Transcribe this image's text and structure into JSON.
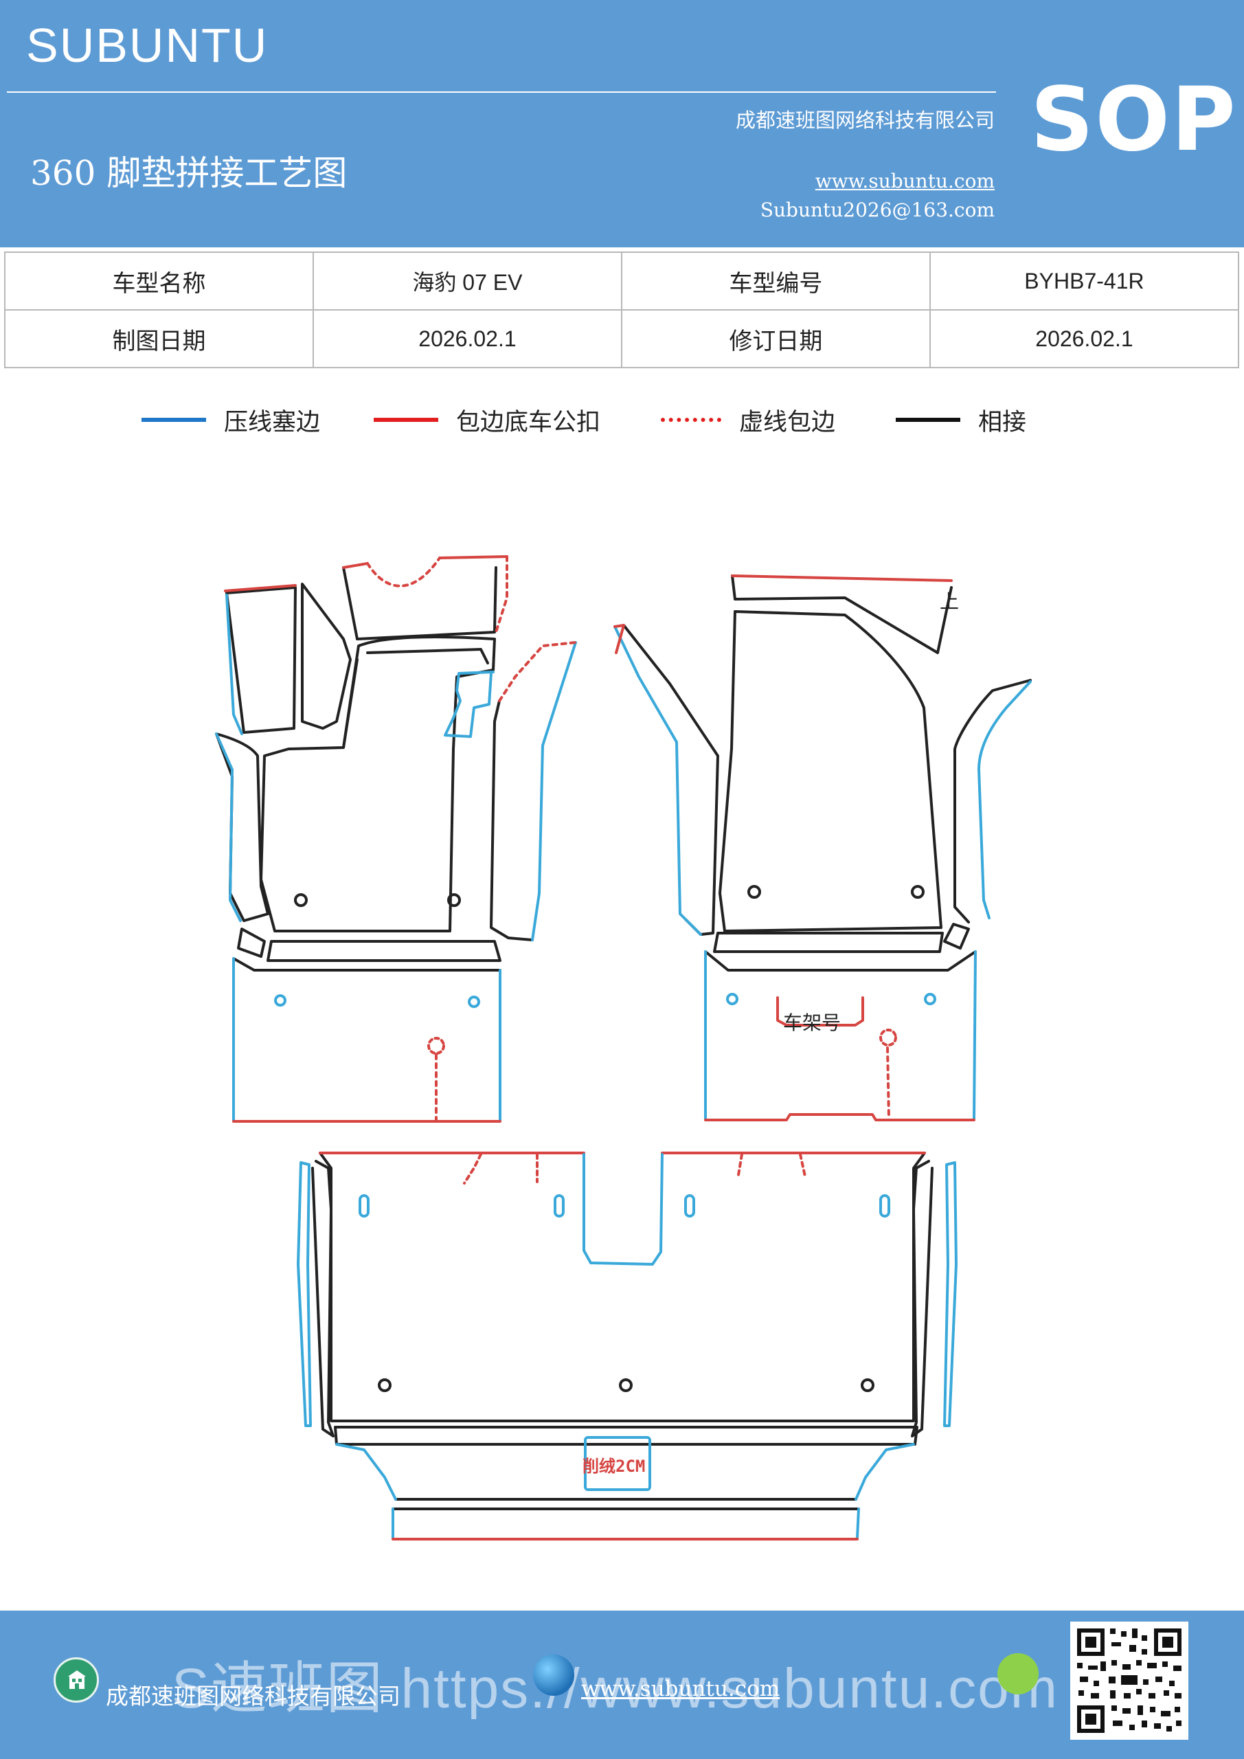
{
  "header": {
    "brand": "SUBUNTU",
    "company": "成都速班图网络科技有限公司",
    "doc_title": "360 脚垫拼接工艺图",
    "website": "www.subuntu.com",
    "email": "Subuntu2026@163.com",
    "badge": "SOP"
  },
  "info": {
    "model_name_label": "车型名称",
    "model_name": "海豹 07  EV",
    "model_code_label": "车型编号",
    "model_code": "BYHB7-41R",
    "draw_date_label": "制图日期",
    "draw_date": "2026.02.1",
    "revise_date_label": "修订日期",
    "revise_date": "2026.02.1"
  },
  "legend": [
    {
      "label": "压线塞边",
      "color": "#1f77c9",
      "style": "solid"
    },
    {
      "label": "包边底车公扣",
      "color": "#e21e1e",
      "style": "solid"
    },
    {
      "label": "虚线包边",
      "color": "#e21e1e",
      "style": "dotted"
    },
    {
      "label": "相接",
      "color": "#111111",
      "style": "solid"
    }
  ],
  "annotations": {
    "top_mark": "上",
    "vin_label": "车架号",
    "shave_note": "削绒2CM"
  },
  "colors": {
    "header_bg": "#5d9bd5",
    "press_line": "#3aa9da",
    "edge_line": "#d64541",
    "joint_line": "#222222"
  },
  "footer": {
    "company": "成都速班图网络科技有限公司",
    "watermark": "S速班图 https://www.subuntu.com",
    "website": "www.subuntu.com",
    "company_icon": "building-icon",
    "globe_icon": "globe-icon",
    "wechat_icon": "wechat-icon"
  }
}
